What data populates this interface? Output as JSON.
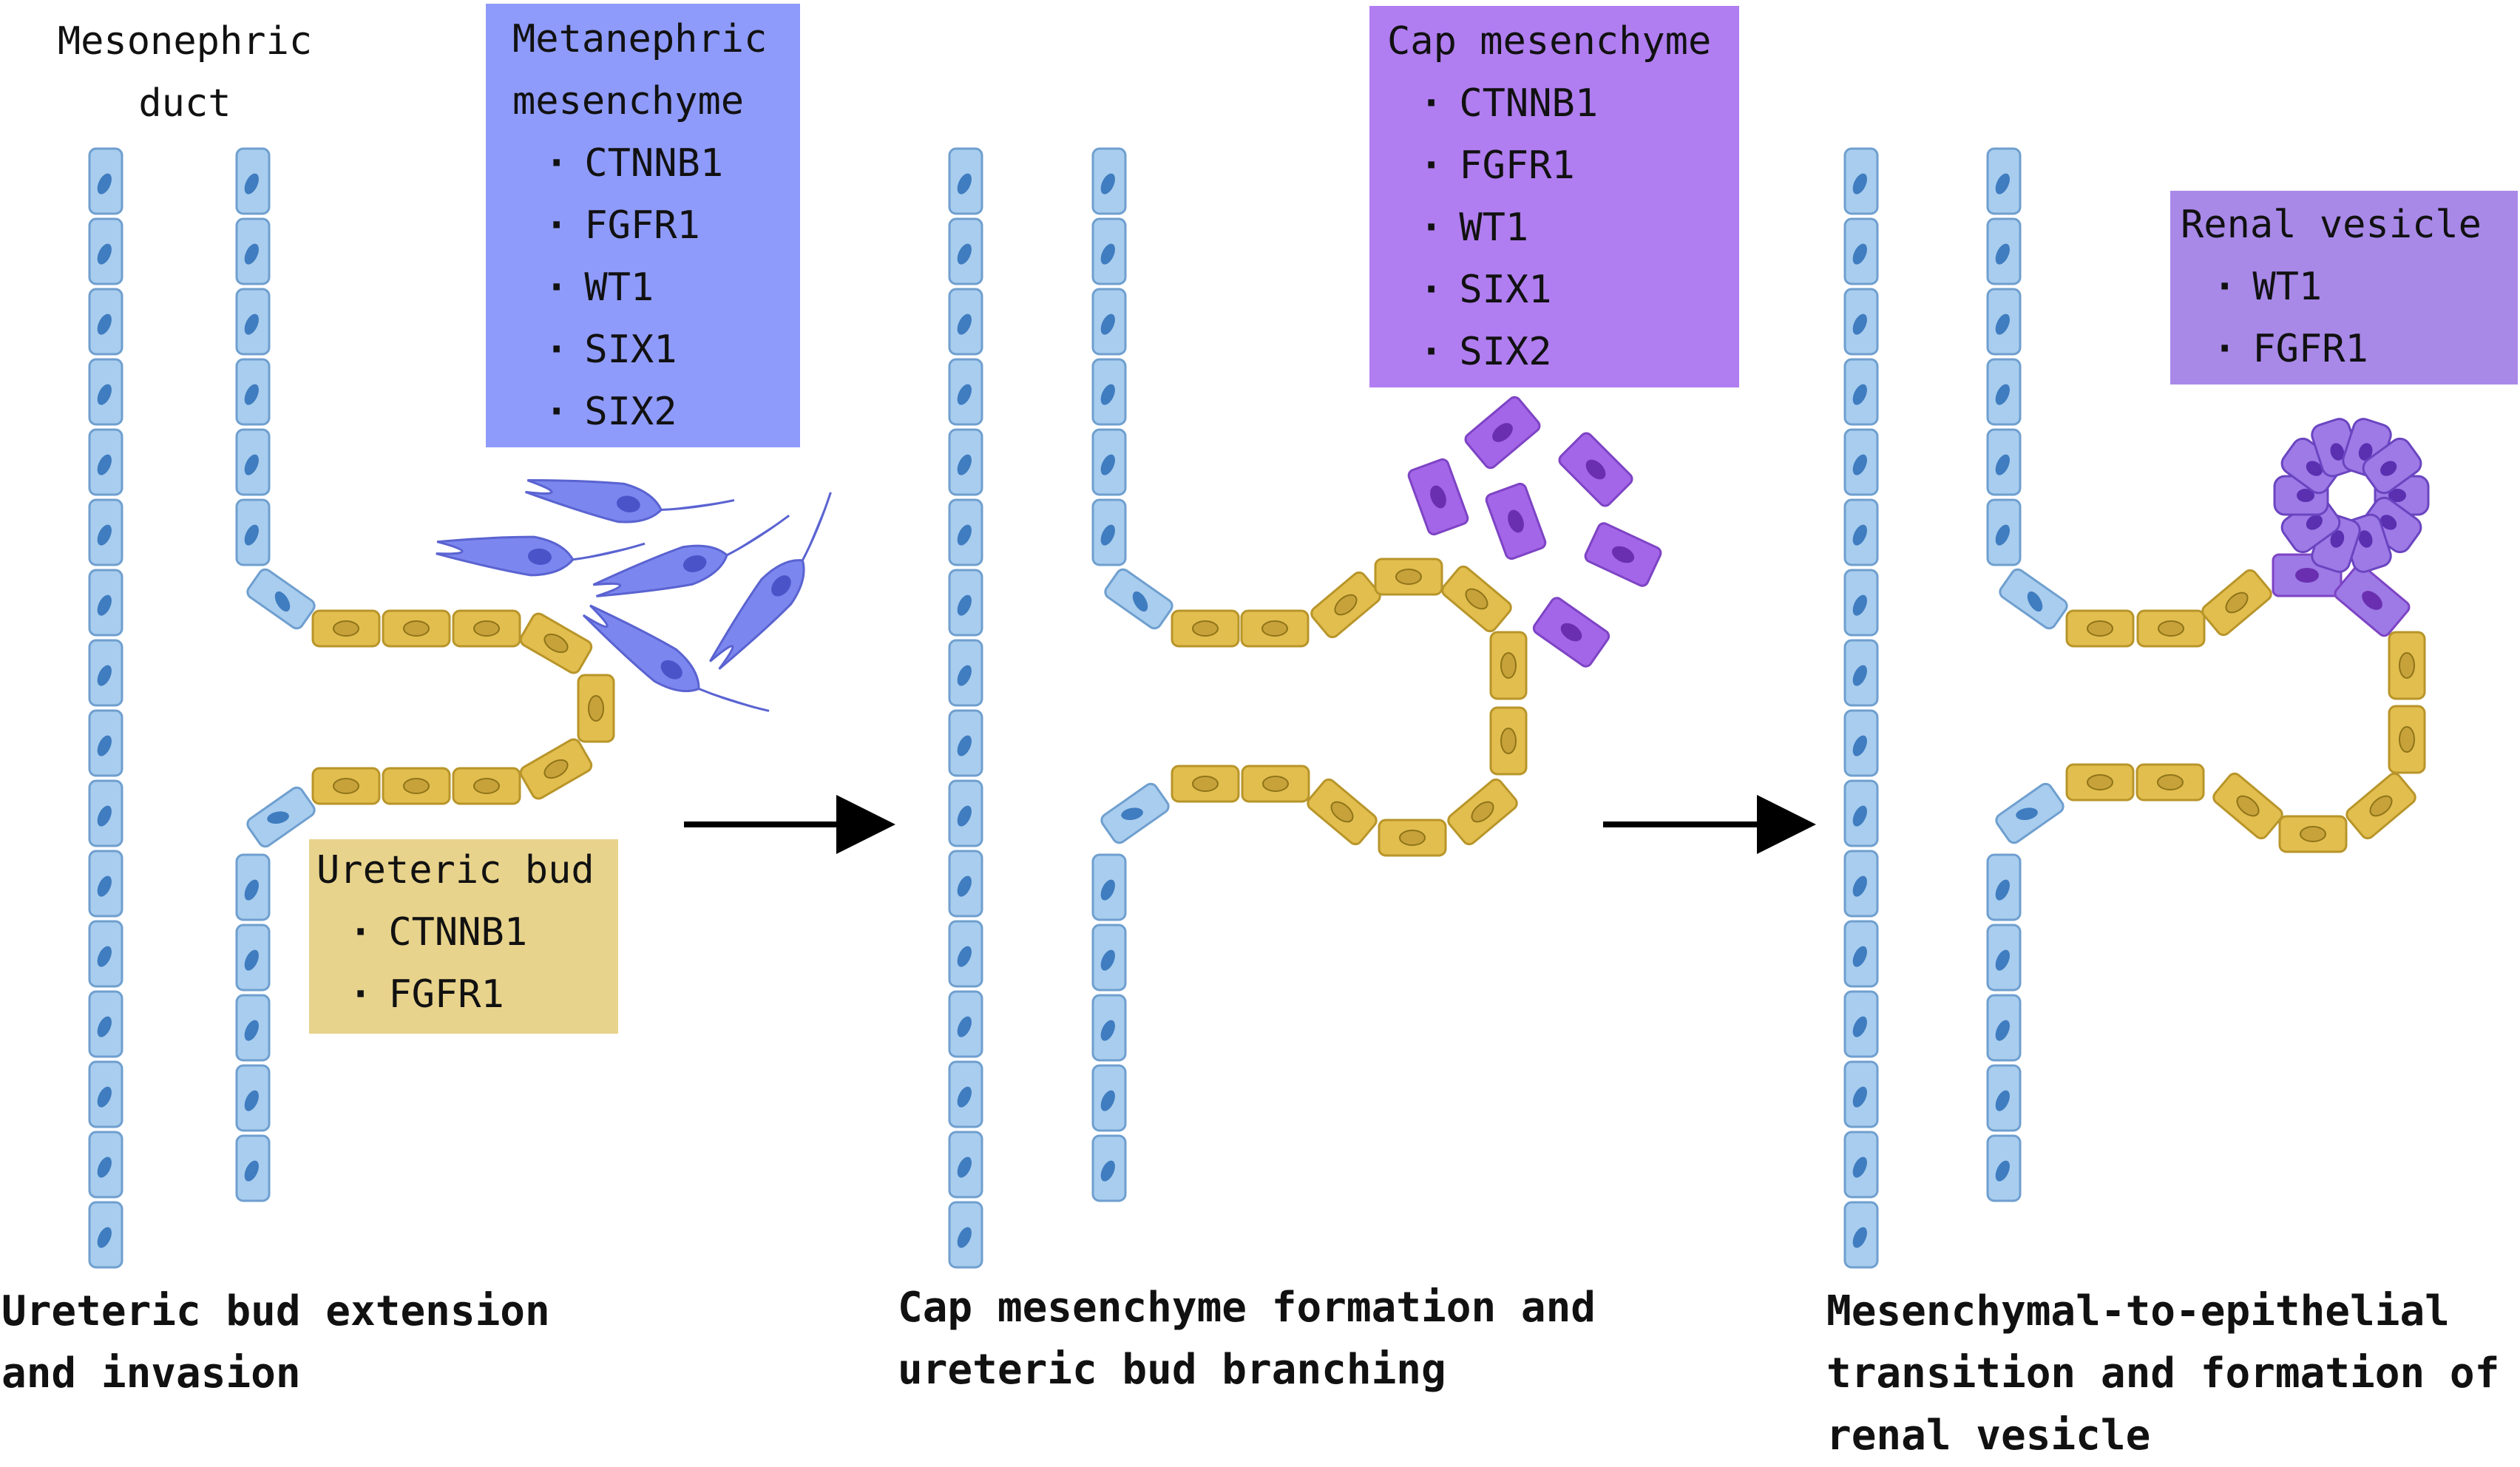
{
  "labels": {
    "mesonephric_duct": "Mesonephric\nduct"
  },
  "boxes": {
    "metanephric": {
      "title": "Metanephric\nmesenchyme",
      "items": [
        "CTNNB1",
        "FGFR1",
        "WT1",
        "SIX1",
        "SIX2"
      ],
      "color": "#8f9bfa"
    },
    "ureteric": {
      "title": "Ureteric bud",
      "items": [
        "CTNNB1",
        "FGFR1"
      ],
      "color": "#e8d38c"
    },
    "cap": {
      "title": "Cap mesenchyme",
      "items": [
        "CTNNB1",
        "FGFR1",
        "WT1",
        "SIX1",
        "SIX2"
      ],
      "color": "#b07ef0"
    },
    "renal": {
      "title": "Renal vesicle",
      "items": [
        "WT1",
        "FGFR1"
      ],
      "color": "#a889e8"
    }
  },
  "captions": {
    "stage1": "Ureteric bud extension\nand invasion",
    "stage2": "Cap mesenchyme formation and\nureteric bud branching",
    "stage3": "Mesenchymal-to-epithelial\ntransition and formation of\nrenal vesicle"
  },
  "colors": {
    "duct_cell": "#a9cdee",
    "duct_cell_border": "#6f9fcf",
    "bud_cell": "#e2be4f",
    "bud_cell_border": "#b8952a",
    "mesenchyme_cell": "#7b86ef",
    "cap_cell": "#a466e8",
    "vesicle_cell": "#9d7ae6",
    "arrow": "#000000"
  }
}
